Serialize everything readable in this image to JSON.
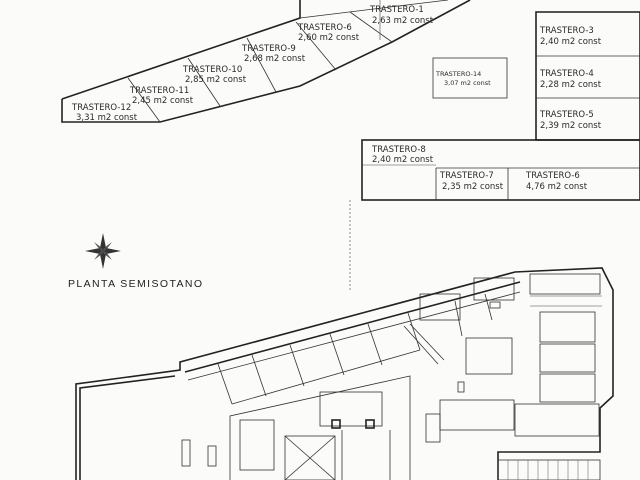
{
  "plan_title": "PLANTA SEMISOTANO",
  "storage_units": [
    {
      "name": "TRASTERO-1",
      "area": "2,63 m2 const"
    },
    {
      "name": "TRASTERO-6",
      "area": "2,60 m2 const"
    },
    {
      "name": "TRASTERO-9",
      "area": "2,68 m2 const"
    },
    {
      "name": "TRASTERO-10",
      "area": "2,85 m2 const"
    },
    {
      "name": "TRASTERO-11",
      "area": "2,45 m2 const"
    },
    {
      "name": "TRASTERO-12",
      "area": "3,31 m2 const"
    },
    {
      "name": "TRASTERO-14",
      "area": "3,07 m2 const"
    },
    {
      "name": "TRASTERO-3",
      "area": "2,40 m2 const"
    },
    {
      "name": "TRASTERO-4",
      "area": "2,28 m2 const"
    },
    {
      "name": "TRASTERO-5",
      "area": "2,39 m2 const"
    },
    {
      "name": "TRASTERO-8",
      "area": "2,40 m2 const"
    },
    {
      "name": "TRASTERO-7",
      "area": "2,35 m2 const"
    },
    {
      "name": "TRASTERO-6",
      "area": "4,76 m2 const"
    }
  ],
  "compass_icon": "compass-rose-icon"
}
